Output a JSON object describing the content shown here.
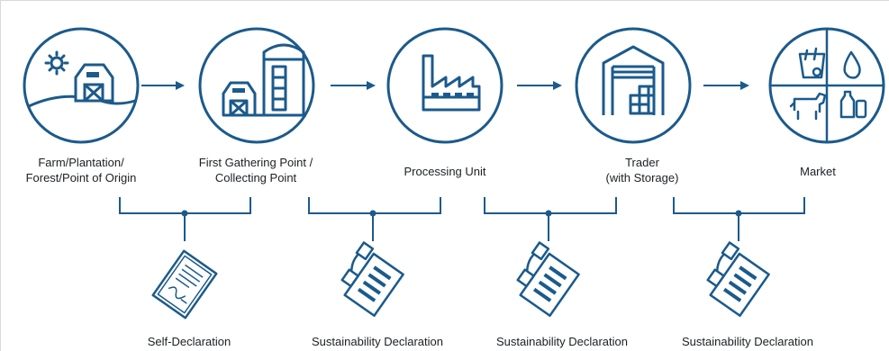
{
  "stages": [
    {
      "id": "farm",
      "label": "Farm/Plantation/\nForest/Point of Origin",
      "icon": "farm-barn-sun-icon"
    },
    {
      "id": "gathering",
      "label": "First Gathering Point /\nCollecting Point",
      "icon": "barn-silo-icon"
    },
    {
      "id": "processing",
      "label": "Processing Unit",
      "icon": "factory-icon"
    },
    {
      "id": "trader",
      "label": "Trader\n(with Storage)",
      "icon": "warehouse-icon"
    },
    {
      "id": "market",
      "label": "Market",
      "icon": "market-goods-icon"
    }
  ],
  "documents": [
    {
      "label": "Self-Declaration",
      "icon": "signed-document-icon"
    },
    {
      "label": "Sustainability Declaration",
      "icon": "fax-document-icon"
    },
    {
      "label": "Sustainability Declaration",
      "icon": "fax-document-icon"
    },
    {
      "label": "Sustainability Declaration",
      "icon": "fax-document-icon"
    }
  ],
  "colors": {
    "primary": "#1b5a8c",
    "text": "#1b1f23",
    "background": "#ffffff"
  }
}
